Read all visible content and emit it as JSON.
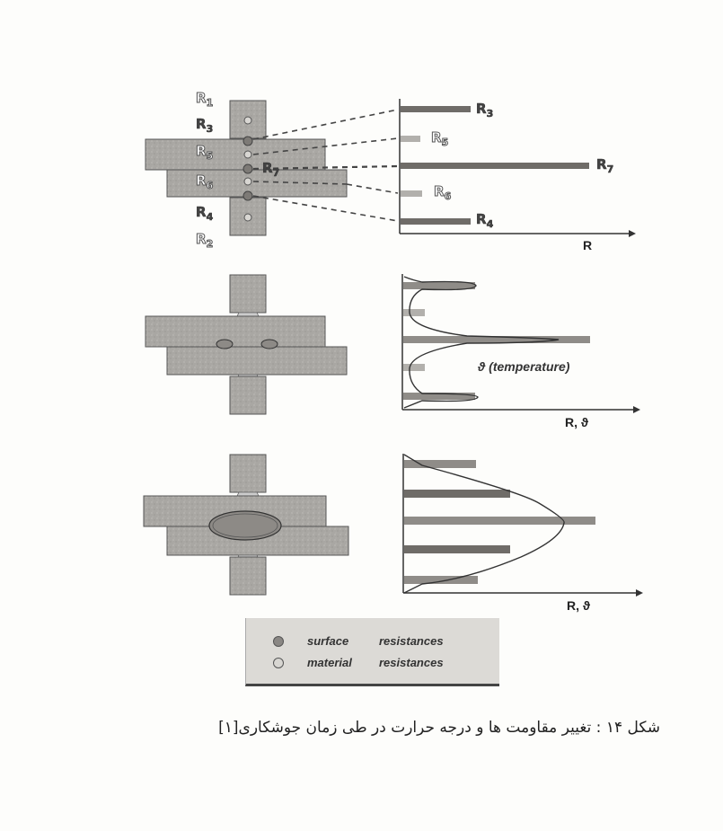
{
  "figure": {
    "caption": "شکل ۱۴ : تغییر مقاومت ها و درجه حرارت در طی زمان جوشکاری[۱]",
    "colors": {
      "plate": "#a9a7a3",
      "plate_border": "#555555",
      "surface_resistance": "#7d7a76",
      "material_resistance": "#c8c6c2",
      "bar_dark": "#6f6c68",
      "bar_light": "#b2b0ac",
      "curve": "#333333",
      "legend_bg": "#dcdad6"
    }
  },
  "panel1": {
    "labels": {
      "r1": "R",
      "r1_sub": "1",
      "r3": "R",
      "r3_sub": "3",
      "r5": "R",
      "r5_sub": "5",
      "r7": "R",
      "r7_sub": "7",
      "r6": "R",
      "r6_sub": "6",
      "r4": "R",
      "r4_sub": "4",
      "r2": "R",
      "r2_sub": "2"
    },
    "chart": {
      "x_axis_label": "R",
      "bar_labels": [
        {
          "text": "R",
          "sub": "3"
        },
        {
          "text": "R",
          "sub": "5"
        },
        {
          "text": "R",
          "sub": "7"
        },
        {
          "text": "R",
          "sub": "6"
        },
        {
          "text": "R",
          "sub": "4"
        }
      ]
    }
  },
  "panel2": {
    "chart": {
      "x_axis_label": "R, ϑ",
      "curve_label": "ϑ (temperature)"
    }
  },
  "panel3": {
    "chart": {
      "x_axis_label": "R, ϑ"
    }
  },
  "legend": {
    "items": [
      {
        "label_a": "surface",
        "label_b": "resistances",
        "marker": "filled-dark-circle"
      },
      {
        "label_a": "material",
        "label_b": "resistances",
        "marker": "light-circle"
      }
    ]
  },
  "chart_data": [
    {
      "type": "bar",
      "title": "Resistance distribution (initial)",
      "orientation": "horizontal",
      "categories": [
        "R3",
        "R5",
        "R7",
        "R6",
        "R4"
      ],
      "values": [
        27,
        6,
        75,
        6,
        27
      ],
      "series_type": [
        "surface",
        "material",
        "surface",
        "material",
        "surface"
      ],
      "xlabel": "R",
      "ylabel": "",
      "xlim": [
        0,
        90
      ],
      "grid": false
    },
    {
      "type": "bar",
      "title": "Resistance and temperature (intermediate)",
      "orientation": "horizontal",
      "categories": [
        "R3",
        "R5",
        "R7",
        "R6",
        "R4"
      ],
      "series": [
        {
          "name": "R",
          "values": [
            27,
            8,
            74,
            8,
            27
          ]
        },
        {
          "name": "ϑ (temperature)",
          "type": "line",
          "values": [
            28,
            5,
            60,
            5,
            29
          ]
        }
      ],
      "xlabel": "R, ϑ",
      "annotations": [
        "ϑ (temperature)"
      ],
      "grid": false
    },
    {
      "type": "bar",
      "title": "Resistance and temperature (final, nugget formed)",
      "orientation": "horizontal",
      "categories": [
        "R3",
        "R5",
        "R7",
        "R6",
        "R4"
      ],
      "series": [
        {
          "name": "R",
          "values": [
            28,
            40,
            75,
            40,
            28
          ]
        },
        {
          "name": "ϑ (temperature)",
          "type": "line",
          "values": [
            10,
            42,
            62,
            42,
            10
          ]
        }
      ],
      "xlabel": "R, ϑ",
      "grid": false
    }
  ]
}
